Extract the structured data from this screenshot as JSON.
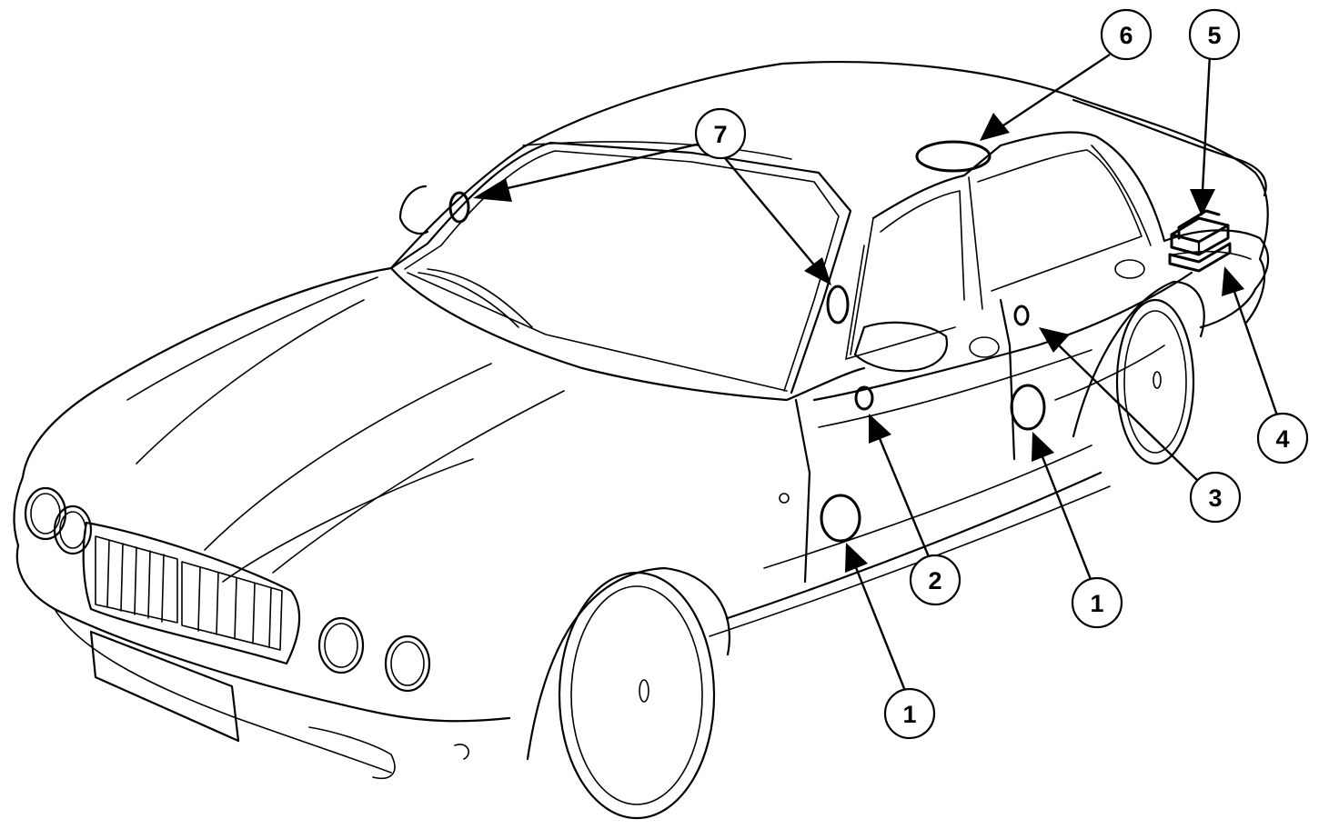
{
  "callouts": [
    {
      "id": "c1a",
      "label": "1"
    },
    {
      "id": "c1b",
      "label": "1"
    },
    {
      "id": "c2",
      "label": "2"
    },
    {
      "id": "c3",
      "label": "3"
    },
    {
      "id": "c4",
      "label": "4"
    },
    {
      "id": "c5",
      "label": "5"
    },
    {
      "id": "c6",
      "label": "6"
    },
    {
      "id": "c7",
      "label": "7"
    }
  ],
  "colors": {
    "line": "#000000",
    "background": "#ffffff"
  }
}
